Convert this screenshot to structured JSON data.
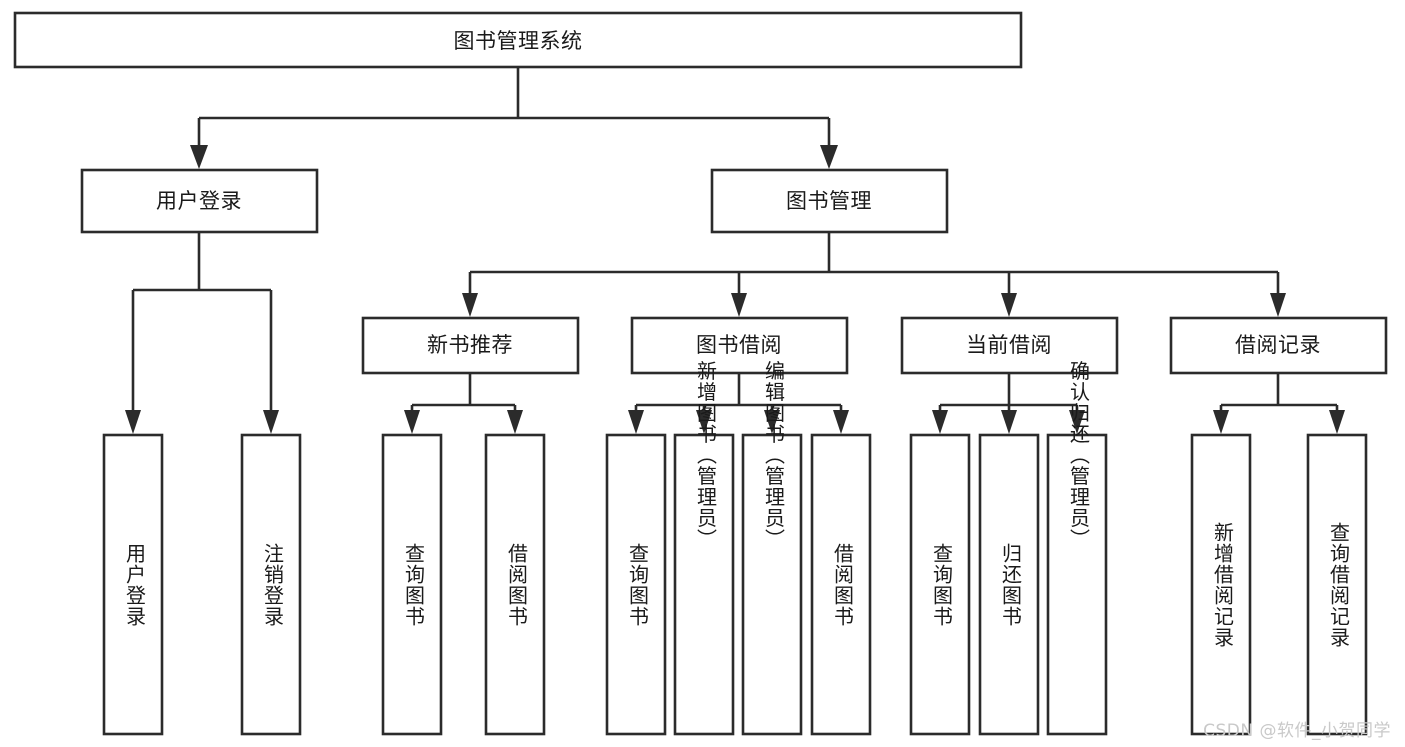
{
  "diagram": {
    "title": "图书管理系统",
    "type": "hierarchy-tree",
    "levels": 4,
    "colors": {
      "box_stroke": "#2b2b2b",
      "box_fill": "#ffffff",
      "text": "#1a1a1a",
      "connector": "#2b2b2b",
      "background": "#ffffff",
      "watermark": "#c9c9c9"
    }
  },
  "root": {
    "label": "图书管理系统"
  },
  "level2": [
    {
      "label": "用户登录"
    },
    {
      "label": "图书管理"
    }
  ],
  "level3": [
    {
      "label": "新书推荐"
    },
    {
      "label": "图书借阅"
    },
    {
      "label": "当前借阅"
    },
    {
      "label": "借阅记录"
    }
  ],
  "leaves": {
    "user_login": [
      {
        "label": "用户登录"
      },
      {
        "label": "注销登录"
      }
    ],
    "new_book_recommend": [
      {
        "label": "查询图书"
      },
      {
        "label": "借阅图书"
      }
    ],
    "book_borrow": [
      {
        "label": "查询图书"
      },
      {
        "label": "新增图书（管理员）"
      },
      {
        "label": "编辑图书（管理员）"
      },
      {
        "label": "借阅图书"
      }
    ],
    "current_borrow": [
      {
        "label": "查询图书"
      },
      {
        "label": "归还图书"
      },
      {
        "label": "确认归还（管理员）"
      }
    ],
    "borrow_record": [
      {
        "label": "新增借阅记录"
      },
      {
        "label": "查询借阅记录"
      }
    ]
  },
  "watermark": {
    "text": "CSDN @软件_小贺同学"
  }
}
